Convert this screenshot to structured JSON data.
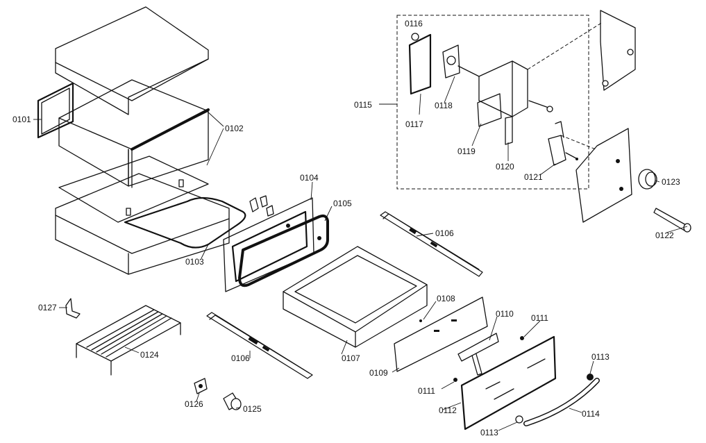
{
  "diagram": {
    "parts": [
      {
        "id": "0101"
      },
      {
        "id": "0102"
      },
      {
        "id": "0103"
      },
      {
        "id": "0104"
      },
      {
        "id": "0105"
      },
      {
        "id": "0106"
      },
      {
        "id": "0106"
      },
      {
        "id": "0107"
      },
      {
        "id": "0108"
      },
      {
        "id": "0109"
      },
      {
        "id": "0110"
      },
      {
        "id": "0111"
      },
      {
        "id": "0111"
      },
      {
        "id": "0112"
      },
      {
        "id": "0113"
      },
      {
        "id": "0113"
      },
      {
        "id": "0114"
      },
      {
        "id": "0115"
      },
      {
        "id": "0116"
      },
      {
        "id": "0117"
      },
      {
        "id": "0118"
      },
      {
        "id": "0119"
      },
      {
        "id": "0120"
      },
      {
        "id": "0121"
      },
      {
        "id": "0122"
      },
      {
        "id": "0123"
      },
      {
        "id": "0124"
      },
      {
        "id": "0125"
      },
      {
        "id": "0126"
      },
      {
        "id": "0127"
      }
    ]
  }
}
